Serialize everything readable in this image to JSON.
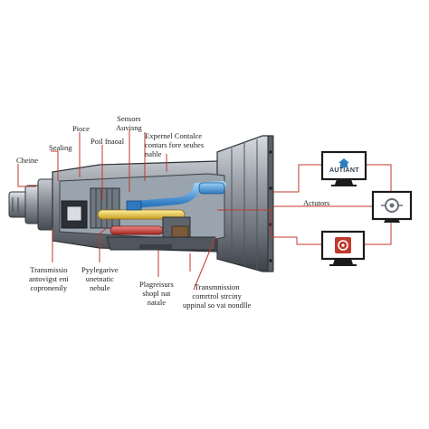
{
  "labels": {
    "cheine": "Cheine",
    "sealing": "Sealing",
    "pioce": "Pioce",
    "poil_fnaoal": "Poil fnaoal",
    "sensors": "Sensors\nAuvisng",
    "expernel": "Expernel Contalce\ncontars fore seuhes\nnahle",
    "actutors": "Actutors",
    "transmission_left": "Transmissio\nantovigst eni\ncopronenily",
    "pypleyarive": "Pyylegarive\nunetnatic\nnehule",
    "plagreisurs": "Plagreisurs\nshopl nat\nnatale",
    "transmission_bottom": "Transmnission\ncomrtrol strciny\nuppinal so vai nondlle"
  },
  "monitors": {
    "top_text": "AUTIANT"
  },
  "colors": {
    "housing_dark": "#4a4f57",
    "housing_mid": "#8a9099",
    "housing_light": "#c9ced4",
    "callout_red": "#c0392b",
    "hydraulic_blue": "#3a8fd8",
    "hydraulic_yellow": "#e8c431",
    "hydraulic_red": "#c9302c"
  }
}
